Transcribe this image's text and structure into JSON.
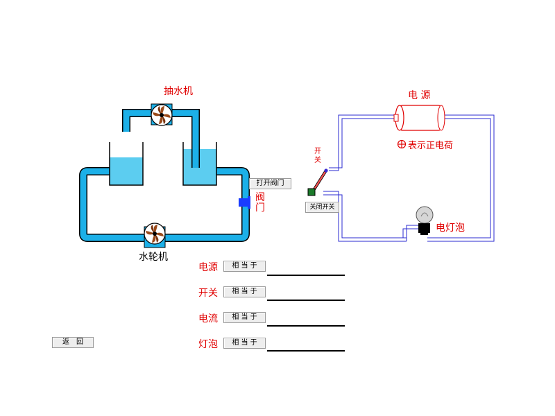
{
  "water": {
    "pump_label": "抽水机",
    "turbine_label": "水轮机",
    "valve_label": "阀门",
    "open_valve_button": "打开阀门"
  },
  "circuit": {
    "source_label": "电 源",
    "positive_note": "表示正电荷",
    "switch_label": "开关",
    "close_switch_button": "关闭开关",
    "bulb_label": "电灯泡"
  },
  "quiz": {
    "rows": [
      {
        "term": "电源",
        "button": "相 当 于"
      },
      {
        "term": "开关",
        "button": "相 当 于"
      },
      {
        "term": "电流",
        "button": "相 当 于"
      },
      {
        "term": "灯泡",
        "button": "相 当 于"
      }
    ]
  },
  "nav": {
    "back_button": "返　回"
  },
  "colors": {
    "water": "#5ccdf0",
    "pipe_fill": "#1cb0e8",
    "wire": "#2a2ad0",
    "label_red": "#e00000",
    "fan_brown": "#9a4a1a"
  }
}
